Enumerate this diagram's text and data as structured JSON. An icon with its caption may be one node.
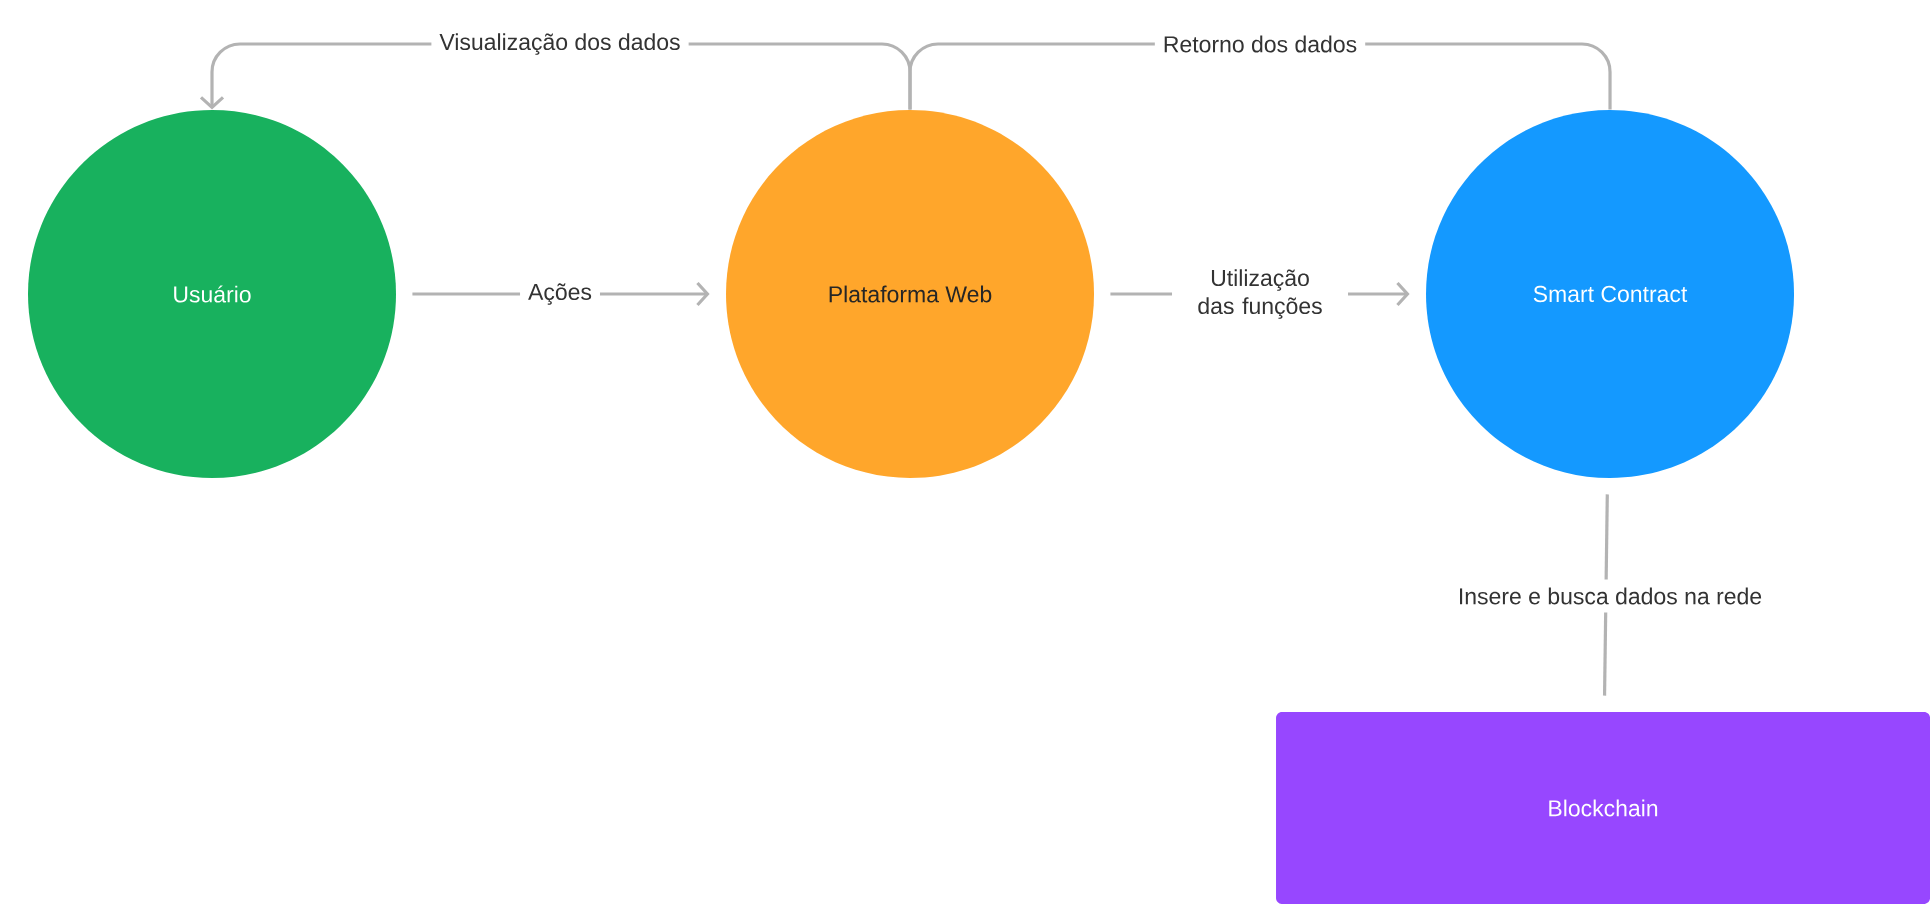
{
  "diagram": {
    "nodes": [
      {
        "text": [
          "Usuário"
        ]
      },
      {
        "text": [
          "Plataforma Web"
        ]
      },
      {
        "text": [
          "Smart Contract"
        ]
      },
      {
        "text": [
          "Blockchain"
        ]
      }
    ],
    "edges": [
      {
        "from": 0,
        "to": 1,
        "arrow": "to",
        "label": "Ações"
      },
      {
        "from": 1,
        "to": 2,
        "arrow": "to",
        "label": "Utilização das funções"
      },
      {
        "from": 1,
        "to": 0,
        "arrow": "to",
        "label": "Visualização dos dados"
      },
      {
        "from": 2,
        "to": 1,
        "arrow": "none",
        "label": "Retorno dos dados"
      },
      {
        "from": 2,
        "to": 3,
        "arrow": "none",
        "label": "Insere e busca dados na rede"
      }
    ]
  }
}
